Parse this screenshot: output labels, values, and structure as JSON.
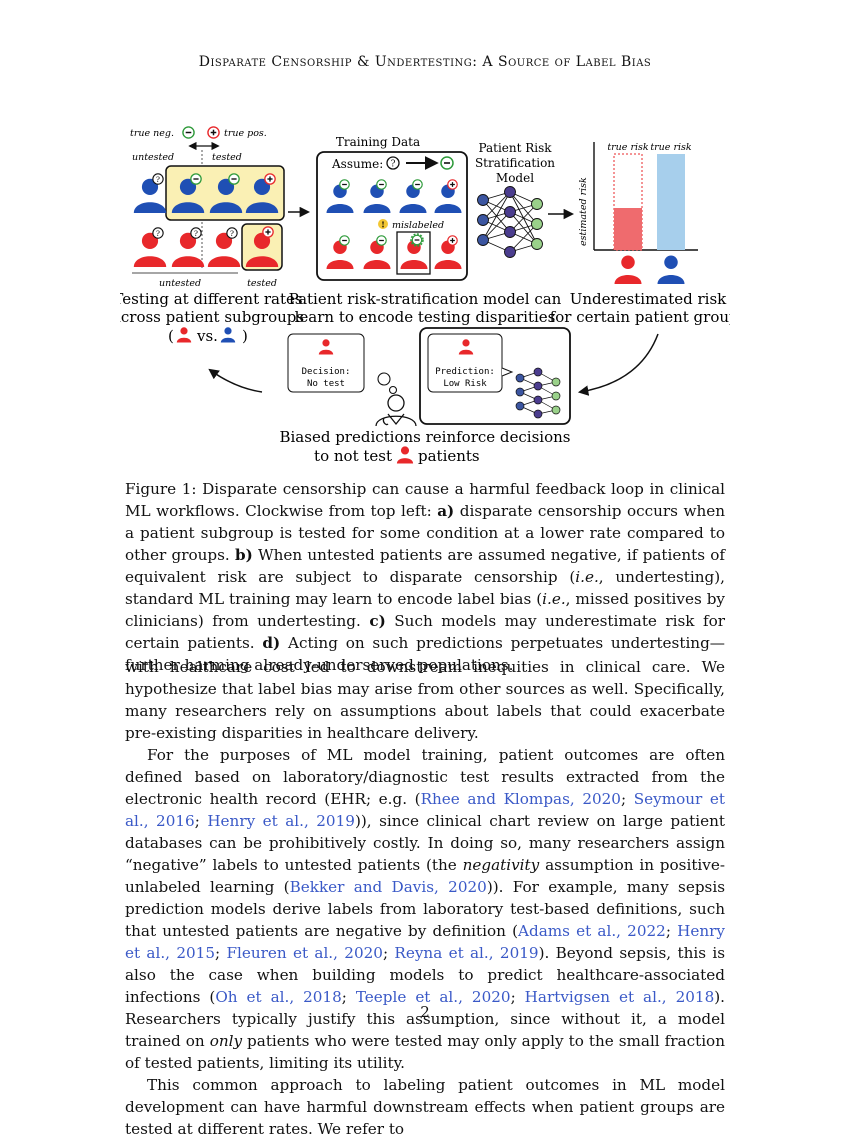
{
  "header": "Disparate Censorship & Undertesting: A Source of Label Bias",
  "figure": {
    "panel_a": {
      "legend_true_neg": "true neg.",
      "legend_true_pos": "true pos.",
      "label_untested_top": "untested",
      "label_tested_top": "tested",
      "label_untested_bottom": "untested",
      "label_tested_bottom": "tested",
      "caption_line1": "Testing at different rates",
      "caption_line2": "across patient subgroups",
      "caption_vs": "vs."
    },
    "panel_b": {
      "title": "Training Data",
      "assume": "Assume:",
      "mislabeled": "mislabeled",
      "model_line1": "Patient Risk",
      "model_line2": "Stratification",
      "model_line3": "Model",
      "caption_line1": "Patient risk-stratification model can",
      "caption_line2": "learn to encode testing disparities"
    },
    "panel_c": {
      "true_risk_1": "true risk",
      "true_risk_2": "true risk",
      "ylabel": "estimated risk",
      "caption_line1": "Underestimated risk",
      "caption_line2": "for certain patient groups"
    },
    "panel_d": {
      "decision_line1": "Decision:",
      "decision_line2": "No test",
      "prediction_line1": "Prediction:",
      "prediction_line2": "Low Risk",
      "caption_line1": "Biased predictions reinforce decisions",
      "caption_line2a": "to not test",
      "caption_line2b": "patients"
    },
    "colors": {
      "red": "#e8282b",
      "blue": "#1f4fb4",
      "tested_bg": "#faf0b4",
      "bar_red": "#ef6b6e",
      "bar_blue": "#a7cfec",
      "node_blue": "#3b55a0",
      "node_green": "#9ad18a",
      "node_purple": "#4b3d8e"
    }
  },
  "caption": {
    "label": "Figure 1:",
    "text1": " Disparate censorship can cause a harmful feedback loop in clinical ML workflows. Clockwise from top left: ",
    "a": "a)",
    "text2": " disparate censorship occurs when a patient subgroup is tested for some condition at a lower rate compared to other groups. ",
    "b": "b)",
    "text3": " When untested patients are assumed negative, if patients of equivalent risk are subject to disparate censorship (",
    "ie1": "i.e.",
    "text4": ", undertesting), standard ML training may learn to encode label bias (",
    "ie2": "i.e.",
    "text5": ", missed positives by clinicians) from undertesting. ",
    "c": "c)",
    "text6": " Such models may underestimate risk for certain patients. ",
    "d": "d)",
    "text7": " Acting on such predictions perpetuates undertesting—further harming already-underserved populations."
  },
  "body": {
    "p1": "with healthcare cost led to downstream inequities in clinical care. We hypothesize that label bias may arise from other sources as well. Specifically, many researchers rely on assumptions about labels that could exacerbate pre-existing disparities in healthcare delivery.",
    "p2_a": "For the purposes of ML model training, patient outcomes are often defined based on laboratory/diagnostic test results extracted from the electronic health record (EHR; e.g. (",
    "p2_c1": "Rhee and Klompas, 2020",
    "p2_s1": "; ",
    "p2_c2": "Seymour et al., 2016",
    "p2_s2": "; ",
    "p2_c3": "Henry et al., 2019",
    "p2_b": ")), since clinical chart review on large patient databases can be prohibitively costly. In doing so, many researchers assign “negative” labels to untested patients (the ",
    "p2_neg": "negativity",
    "p2_c": " assumption in positive-unlabeled learning (",
    "p2_c4": "Bekker and Davis, 2020",
    "p2_d": ")). For example, many sepsis prediction models derive labels from laboratory test-based definitions, such that untested patients are negative by definition (",
    "p2_c5": "Adams et al., 2022",
    "p2_s3": "; ",
    "p2_c6": "Henry et al., 2015",
    "p2_s4": "; ",
    "p2_c7": "Fleuren et al., 2020",
    "p2_s5": "; ",
    "p2_c8": "Reyna et al., 2019",
    "p2_e": "). Beyond sepsis, this is also the case when building models to predict healthcare-associated infections (",
    "p2_c9": "Oh et al., 2018",
    "p2_s6": "; ",
    "p2_c10": "Teeple et al., 2020",
    "p2_s7": "; ",
    "p2_c11": "Hartvigsen et al., 2018",
    "p2_f": "). Researchers typically justify this assumption, since without it, a model trained on ",
    "p2_only": "only",
    "p2_g": " patients who were tested may only apply to the small fraction of tested patients, limiting its utility.",
    "p3": "This common approach to labeling patient outcomes in ML model development can have harmful downstream effects when patient groups are tested at different rates. We refer to"
  },
  "page_number": "2"
}
